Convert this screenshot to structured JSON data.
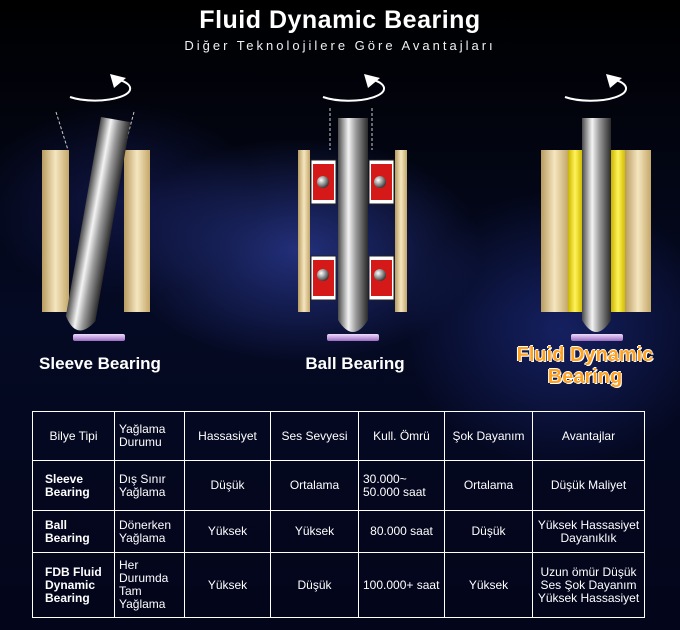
{
  "header": {
    "title": "Fluid Dynamic Bearing",
    "subtitle": "Diğer Teknolojilere Göre Avantajları"
  },
  "bearings": [
    {
      "label": "Sleeve Bearing"
    },
    {
      "label": "Ball Bearing"
    },
    {
      "label": "Fluid Dynamic Bearing",
      "label_line1": "Fluid Dynamic",
      "label_line2": "Bearing",
      "accent": "#ffa21f"
    }
  ],
  "colors": {
    "sleeve": "#e9d6a8",
    "fdb_fluid": "#f3e20f",
    "ball_race": "#e02020",
    "base_plate": "#c8a0e0"
  },
  "table": {
    "headers": [
      "Bilye Tipi",
      "Yağlama Durumu",
      "Hassasiyet",
      "Ses Sevyesi",
      "Kull. Ömrü",
      "Şok Dayanım",
      "Avantajlar"
    ],
    "rows": [
      [
        "Sleeve Bearing",
        "Dış Sınır Yağlama",
        "Düşük",
        "Ortalama",
        "30.000~ 50.000 saat",
        "Ortalama",
        "Düşük Maliyet"
      ],
      [
        "Ball Bearing",
        "Dönerken Yağlama",
        "Yüksek",
        "Yüksek",
        "80.000 saat",
        "Düşük",
        "Yüksek Hassasiyet Dayanıklık"
      ],
      [
        "FDB Fluid Dynamic Bearing",
        "Her Durumda Tam Yağlama",
        "Yüksek",
        "Düşük",
        "100.000+ saat",
        "Yüksek",
        "Uzun ömür Düşük Ses Şok Dayanım Yüksek Hassasiyet"
      ]
    ]
  }
}
